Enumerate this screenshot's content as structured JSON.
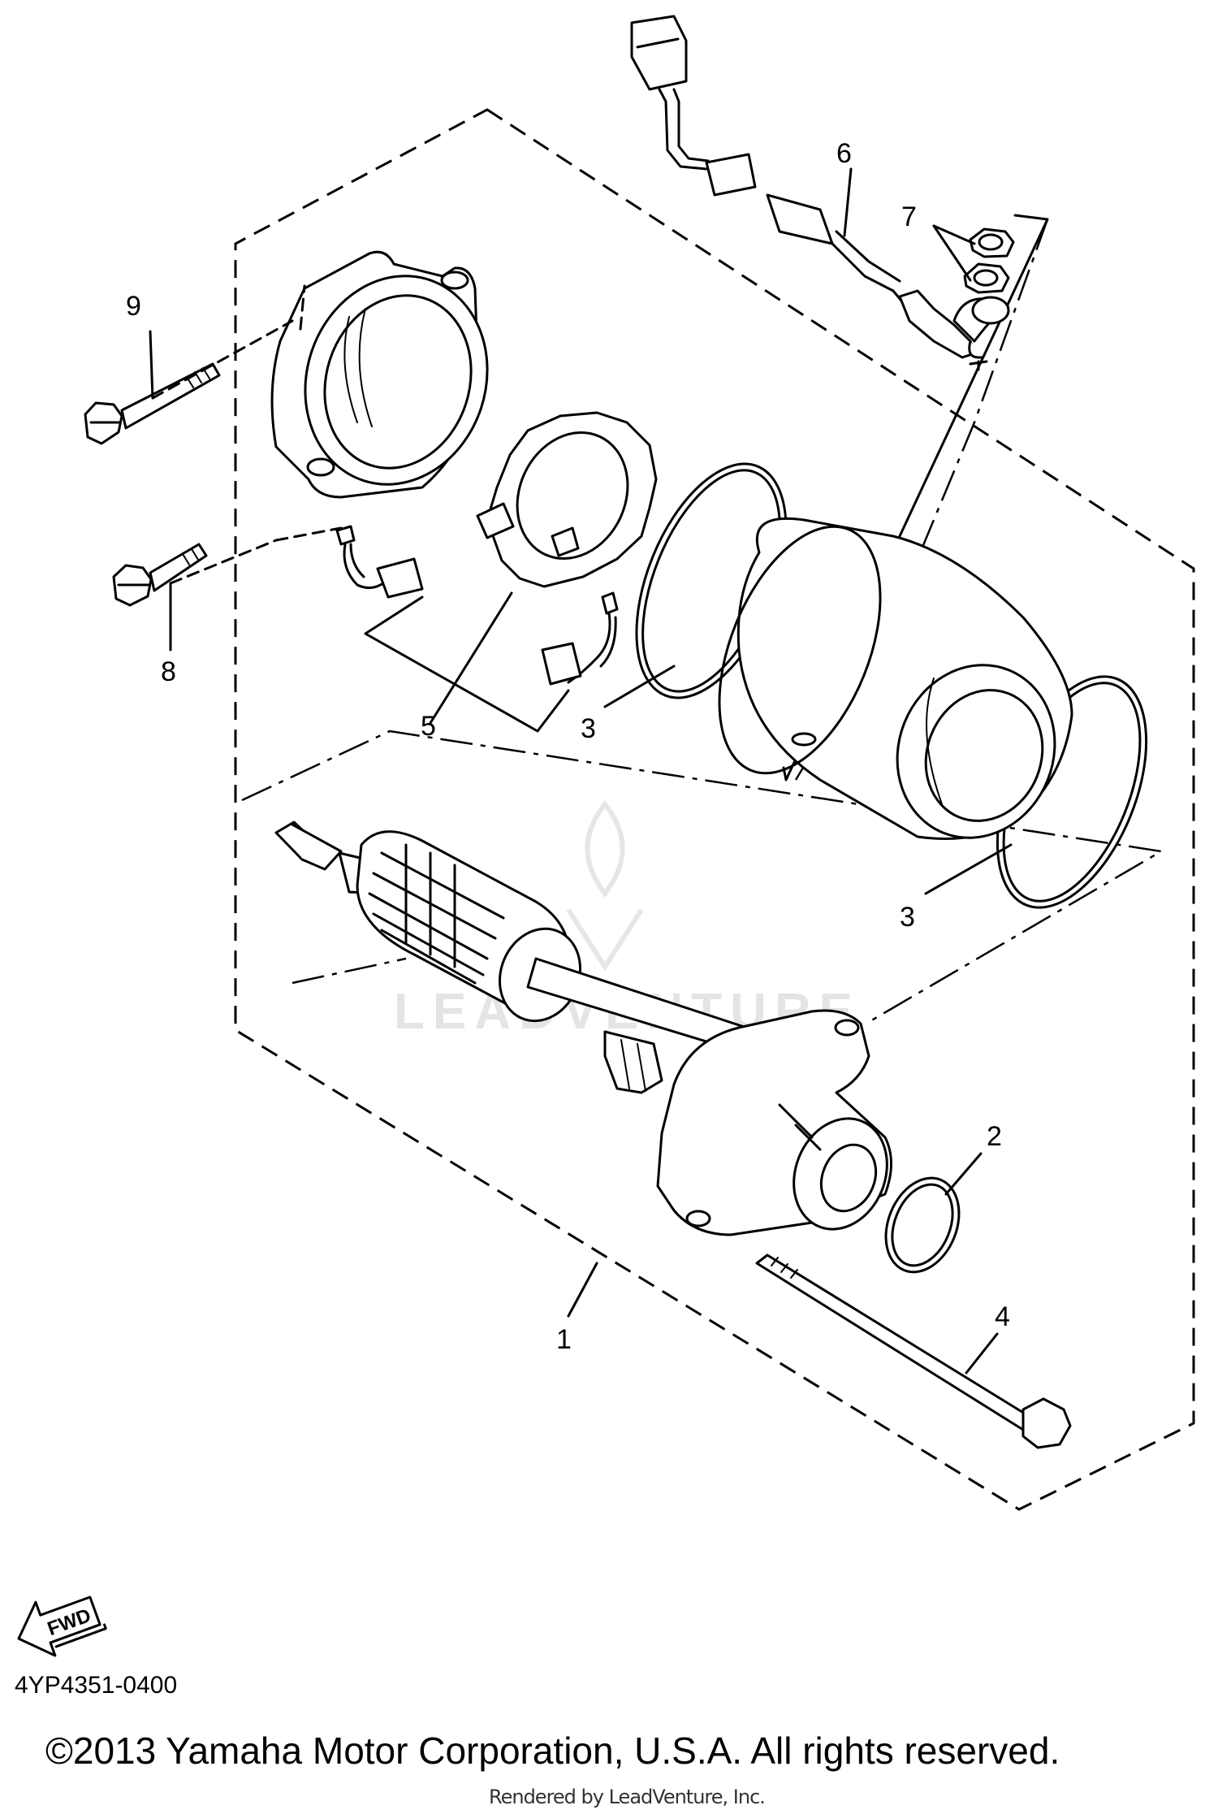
{
  "callouts": {
    "c1": "1",
    "c2": "2",
    "c3a": "3",
    "c3b": "3",
    "c4": "4",
    "c5": "5",
    "c6": "6",
    "c7": "7",
    "c8": "8",
    "c9": "9"
  },
  "fwd_label": "FWD",
  "drawing_code": "4YP4351-0400",
  "copyright": "©2013 Yamaha Motor Corporation, U.S.A. All rights reserved.",
  "rendered_by": "Rendered by LeadVenture, Inc.",
  "watermark": "LEADVENTURE"
}
